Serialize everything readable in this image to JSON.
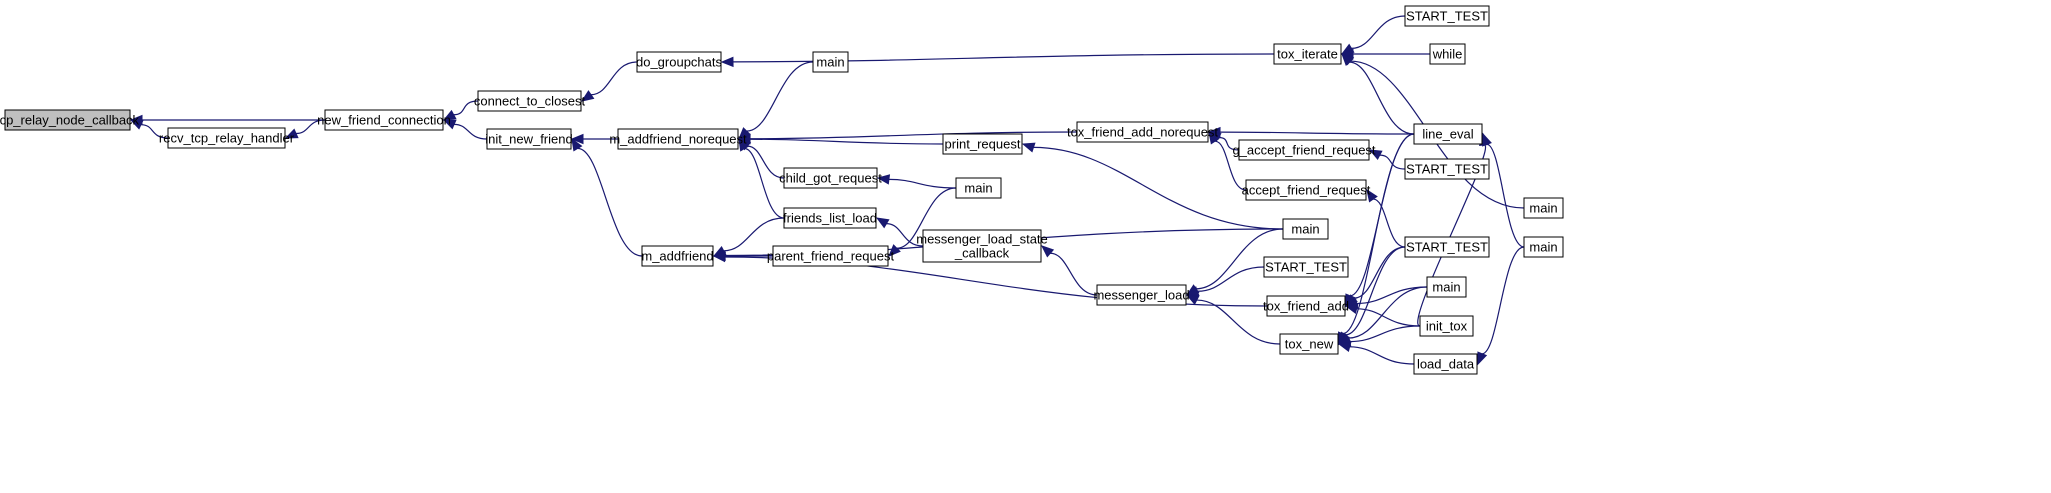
{
  "graph": {
    "title": "",
    "colors": {
      "edge": "#191970",
      "root_fill": "#bfbfbf",
      "node_fill": "#ffffff",
      "node_border": "#000000"
    },
    "nodes": [
      {
        "id": "n_root",
        "label": "tcp_relay_node_callback",
        "root": true
      },
      {
        "id": "n_recv",
        "label": "recv_tcp_relay_handler"
      },
      {
        "id": "n_nfc",
        "label": "new_friend_connection"
      },
      {
        "id": "n_ctc",
        "label": "connect_to_closest"
      },
      {
        "id": "n_inf",
        "label": "init_new_friend"
      },
      {
        "id": "n_dgc",
        "label": "do_groupchats"
      },
      {
        "id": "n_main1",
        "label": "main"
      },
      {
        "id": "n_man",
        "label": "m_addfriend_norequest"
      },
      {
        "id": "n_maf",
        "label": "m_addfriend"
      },
      {
        "id": "n_cgr",
        "label": "child_got_request"
      },
      {
        "id": "n_fll",
        "label": "friends_list_load"
      },
      {
        "id": "n_pfr",
        "label": "parent_friend_request"
      },
      {
        "id": "n_pr",
        "label": "print_request"
      },
      {
        "id": "n_main2",
        "label": "main"
      },
      {
        "id": "n_mlsc",
        "label": "messenger_load_state\n_callback"
      },
      {
        "id": "n_ml",
        "label": "messenger_load"
      },
      {
        "id": "n_tit",
        "label": "tox_iterate"
      },
      {
        "id": "n_tfan",
        "label": "tox_friend_add_norequest"
      },
      {
        "id": "n_gafr",
        "label": "g_accept_friend_request"
      },
      {
        "id": "n_afr",
        "label": "accept_friend_request"
      },
      {
        "id": "n_main3",
        "label": "main"
      },
      {
        "id": "n_st1",
        "label": "START_TEST"
      },
      {
        "id": "n_tfa",
        "label": "tox_friend_add"
      },
      {
        "id": "n_tn",
        "label": "tox_new"
      },
      {
        "id": "n_st2",
        "label": "START_TEST"
      },
      {
        "id": "n_while",
        "label": "while"
      },
      {
        "id": "n_le",
        "label": "line_eval"
      },
      {
        "id": "n_st3",
        "label": "START_TEST"
      },
      {
        "id": "n_st4",
        "label": "START_TEST"
      },
      {
        "id": "n_main4",
        "label": "main"
      },
      {
        "id": "n_it",
        "label": "init_tox"
      },
      {
        "id": "n_ld",
        "label": "load_data"
      },
      {
        "id": "n_main5",
        "label": "main"
      },
      {
        "id": "n_main6",
        "label": "main"
      }
    ],
    "edges": [
      [
        "n_recv",
        "n_root"
      ],
      [
        "n_nfc",
        "n_root"
      ],
      [
        "n_nfc",
        "n_recv"
      ],
      [
        "n_ctc",
        "n_nfc"
      ],
      [
        "n_inf",
        "n_nfc"
      ],
      [
        "n_dgc",
        "n_ctc"
      ],
      [
        "n_man",
        "n_inf"
      ],
      [
        "n_maf",
        "n_inf"
      ],
      [
        "n_tit",
        "n_dgc"
      ],
      [
        "n_main1",
        "n_man"
      ],
      [
        "n_tfan",
        "n_man"
      ],
      [
        "n_pr",
        "n_man"
      ],
      [
        "n_cgr",
        "n_man"
      ],
      [
        "n_fll",
        "n_man"
      ],
      [
        "n_fll",
        "n_maf"
      ],
      [
        "n_pfr",
        "n_maf"
      ],
      [
        "n_main3",
        "n_maf"
      ],
      [
        "n_tfa",
        "n_maf"
      ],
      [
        "n_main2",
        "n_cgr"
      ],
      [
        "n_mlsc",
        "n_fll"
      ],
      [
        "n_main2",
        "n_pfr"
      ],
      [
        "n_main3",
        "n_pr"
      ],
      [
        "n_ml",
        "n_mlsc"
      ],
      [
        "n_main3",
        "n_ml"
      ],
      [
        "n_st1",
        "n_ml"
      ],
      [
        "n_tn",
        "n_ml"
      ],
      [
        "n_st2",
        "n_tit"
      ],
      [
        "n_while",
        "n_tit"
      ],
      [
        "n_le",
        "n_tit"
      ],
      [
        "n_main5",
        "n_tit"
      ],
      [
        "n_le",
        "n_tfan"
      ],
      [
        "n_gafr",
        "n_tfan"
      ],
      [
        "n_afr",
        "n_tfan"
      ],
      [
        "n_st3",
        "n_gafr"
      ],
      [
        "n_st4",
        "n_afr"
      ],
      [
        "n_le",
        "n_tfa"
      ],
      [
        "n_st4",
        "n_tfa"
      ],
      [
        "n_main4",
        "n_tfa"
      ],
      [
        "n_it",
        "n_tfa"
      ],
      [
        "n_le",
        "n_tn"
      ],
      [
        "n_st4",
        "n_tn"
      ],
      [
        "n_main4",
        "n_tn"
      ],
      [
        "n_it",
        "n_tn"
      ],
      [
        "n_ld",
        "n_tn"
      ],
      [
        "n_main6",
        "n_le"
      ],
      [
        "n_it",
        "n_le"
      ],
      [
        "n_main6",
        "n_ld"
      ]
    ]
  }
}
